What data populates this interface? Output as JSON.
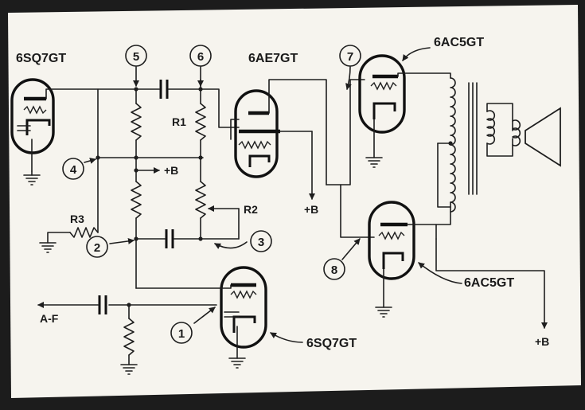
{
  "colors": {
    "background": "#1c1c1c",
    "paper": "#f6f4ee",
    "ink": "#1a1a1a"
  },
  "tubes": {
    "t1": "6SQ7GT",
    "t2": "6AE7GT",
    "t3": "6AC5GT",
    "t4": "6AC5GT",
    "t5": "6SQ7GT"
  },
  "points": [
    "1",
    "2",
    "3",
    "4",
    "5",
    "6",
    "7",
    "8"
  ],
  "resistors": {
    "r1": "R1",
    "r2": "R2",
    "r3": "R3"
  },
  "supply": {
    "b_mid": "+B",
    "b_6ae7": "+B",
    "b_right": "+B"
  },
  "io": {
    "input": "A-F"
  },
  "icons": [
    "ground-icon",
    "speaker-icon",
    "output-transformer-icon",
    "capacitor-icon",
    "resistor-icon",
    "arrow-icon"
  ]
}
